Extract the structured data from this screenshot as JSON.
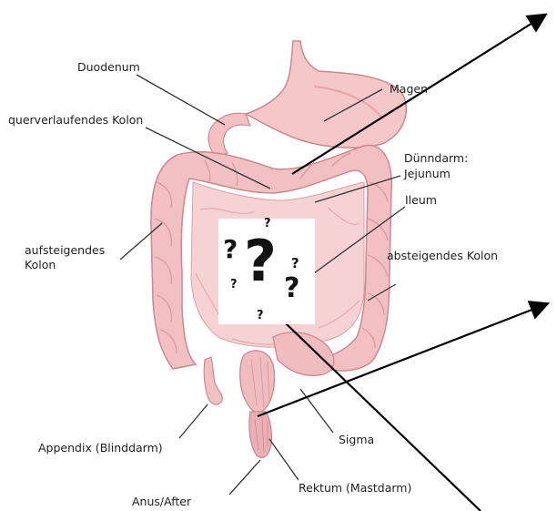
{
  "labels": {
    "duodenum": "Duodenum",
    "magen": "Magen",
    "querverlaufendes_kolon": "querverlaufendes Kolon",
    "duenndarm_line1": "Dünndarm:",
    "duenndarm_line2": "Jejunum",
    "ileum": "Ileum",
    "aufsteigendes_line1": "aufsteigendes",
    "aufsteigendes_line2": "Kolon",
    "absteigendes_kolon": "absteigendes Kolon",
    "appendix": "Appendix (Blinddarm)",
    "sigma": "Sigma",
    "anus": "Anus/After",
    "rektum": "Rektum (Mastdarm)"
  },
  "question_box": {
    "big": "?",
    "small": "?"
  },
  "colors": {
    "organ_fill": "#f4c9cc",
    "organ_dark": "#e8a3a8",
    "organ_outline": "#c98a8f",
    "label_line": "#333333",
    "arrow": "#000000"
  }
}
